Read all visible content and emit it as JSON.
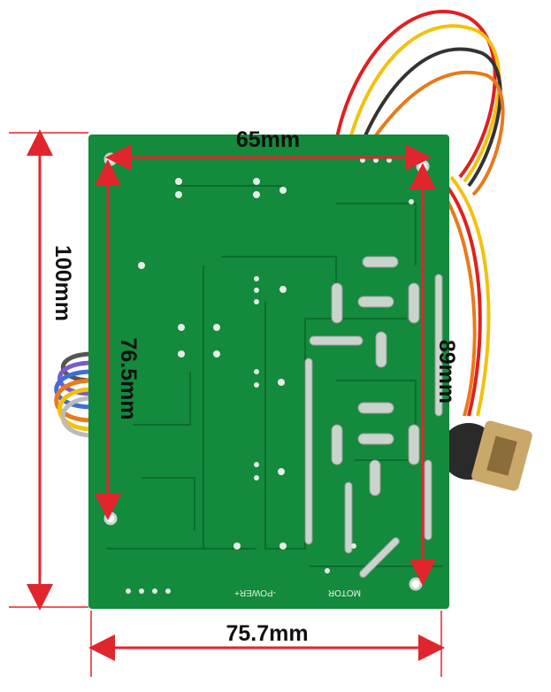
{
  "dimensions": {
    "top_width": "65mm",
    "overall_height": "100mm",
    "left_hole_spacing": "76.5mm",
    "right_hole_spacing": "89mm",
    "overall_width": "75.7mm"
  },
  "silkscreen": {
    "power": "-POWER+",
    "motor": "MOTOR"
  },
  "colors": {
    "board": "#138a3c",
    "dimension_line": "#e0262c",
    "wire_red": "#e02020",
    "wire_yellow": "#f2c20c",
    "wire_orange": "#e87a1a"
  }
}
